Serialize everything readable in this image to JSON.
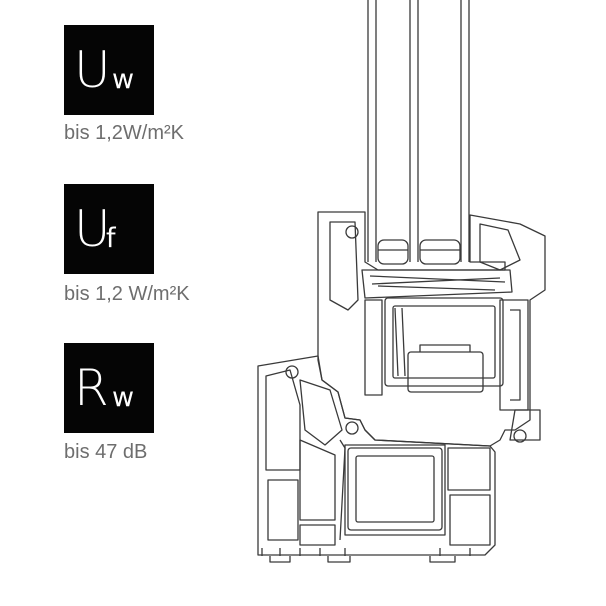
{
  "ratings": [
    {
      "symbol": "U",
      "subscript": "w",
      "value": "bis 1,2W/m²K"
    },
    {
      "symbol": "U",
      "subscript": "f",
      "value": "bis 1,2 W/m²K"
    },
    {
      "symbol": "R",
      "subscript": "w",
      "value": "bis 47 dB"
    }
  ],
  "colors": {
    "badge_background": "#050505",
    "badge_text": "#ffffff",
    "value_text": "#6e6e6e",
    "line": "#3a3a3a"
  },
  "illustration": {
    "icon": "window-profile-cross-section-icon"
  }
}
